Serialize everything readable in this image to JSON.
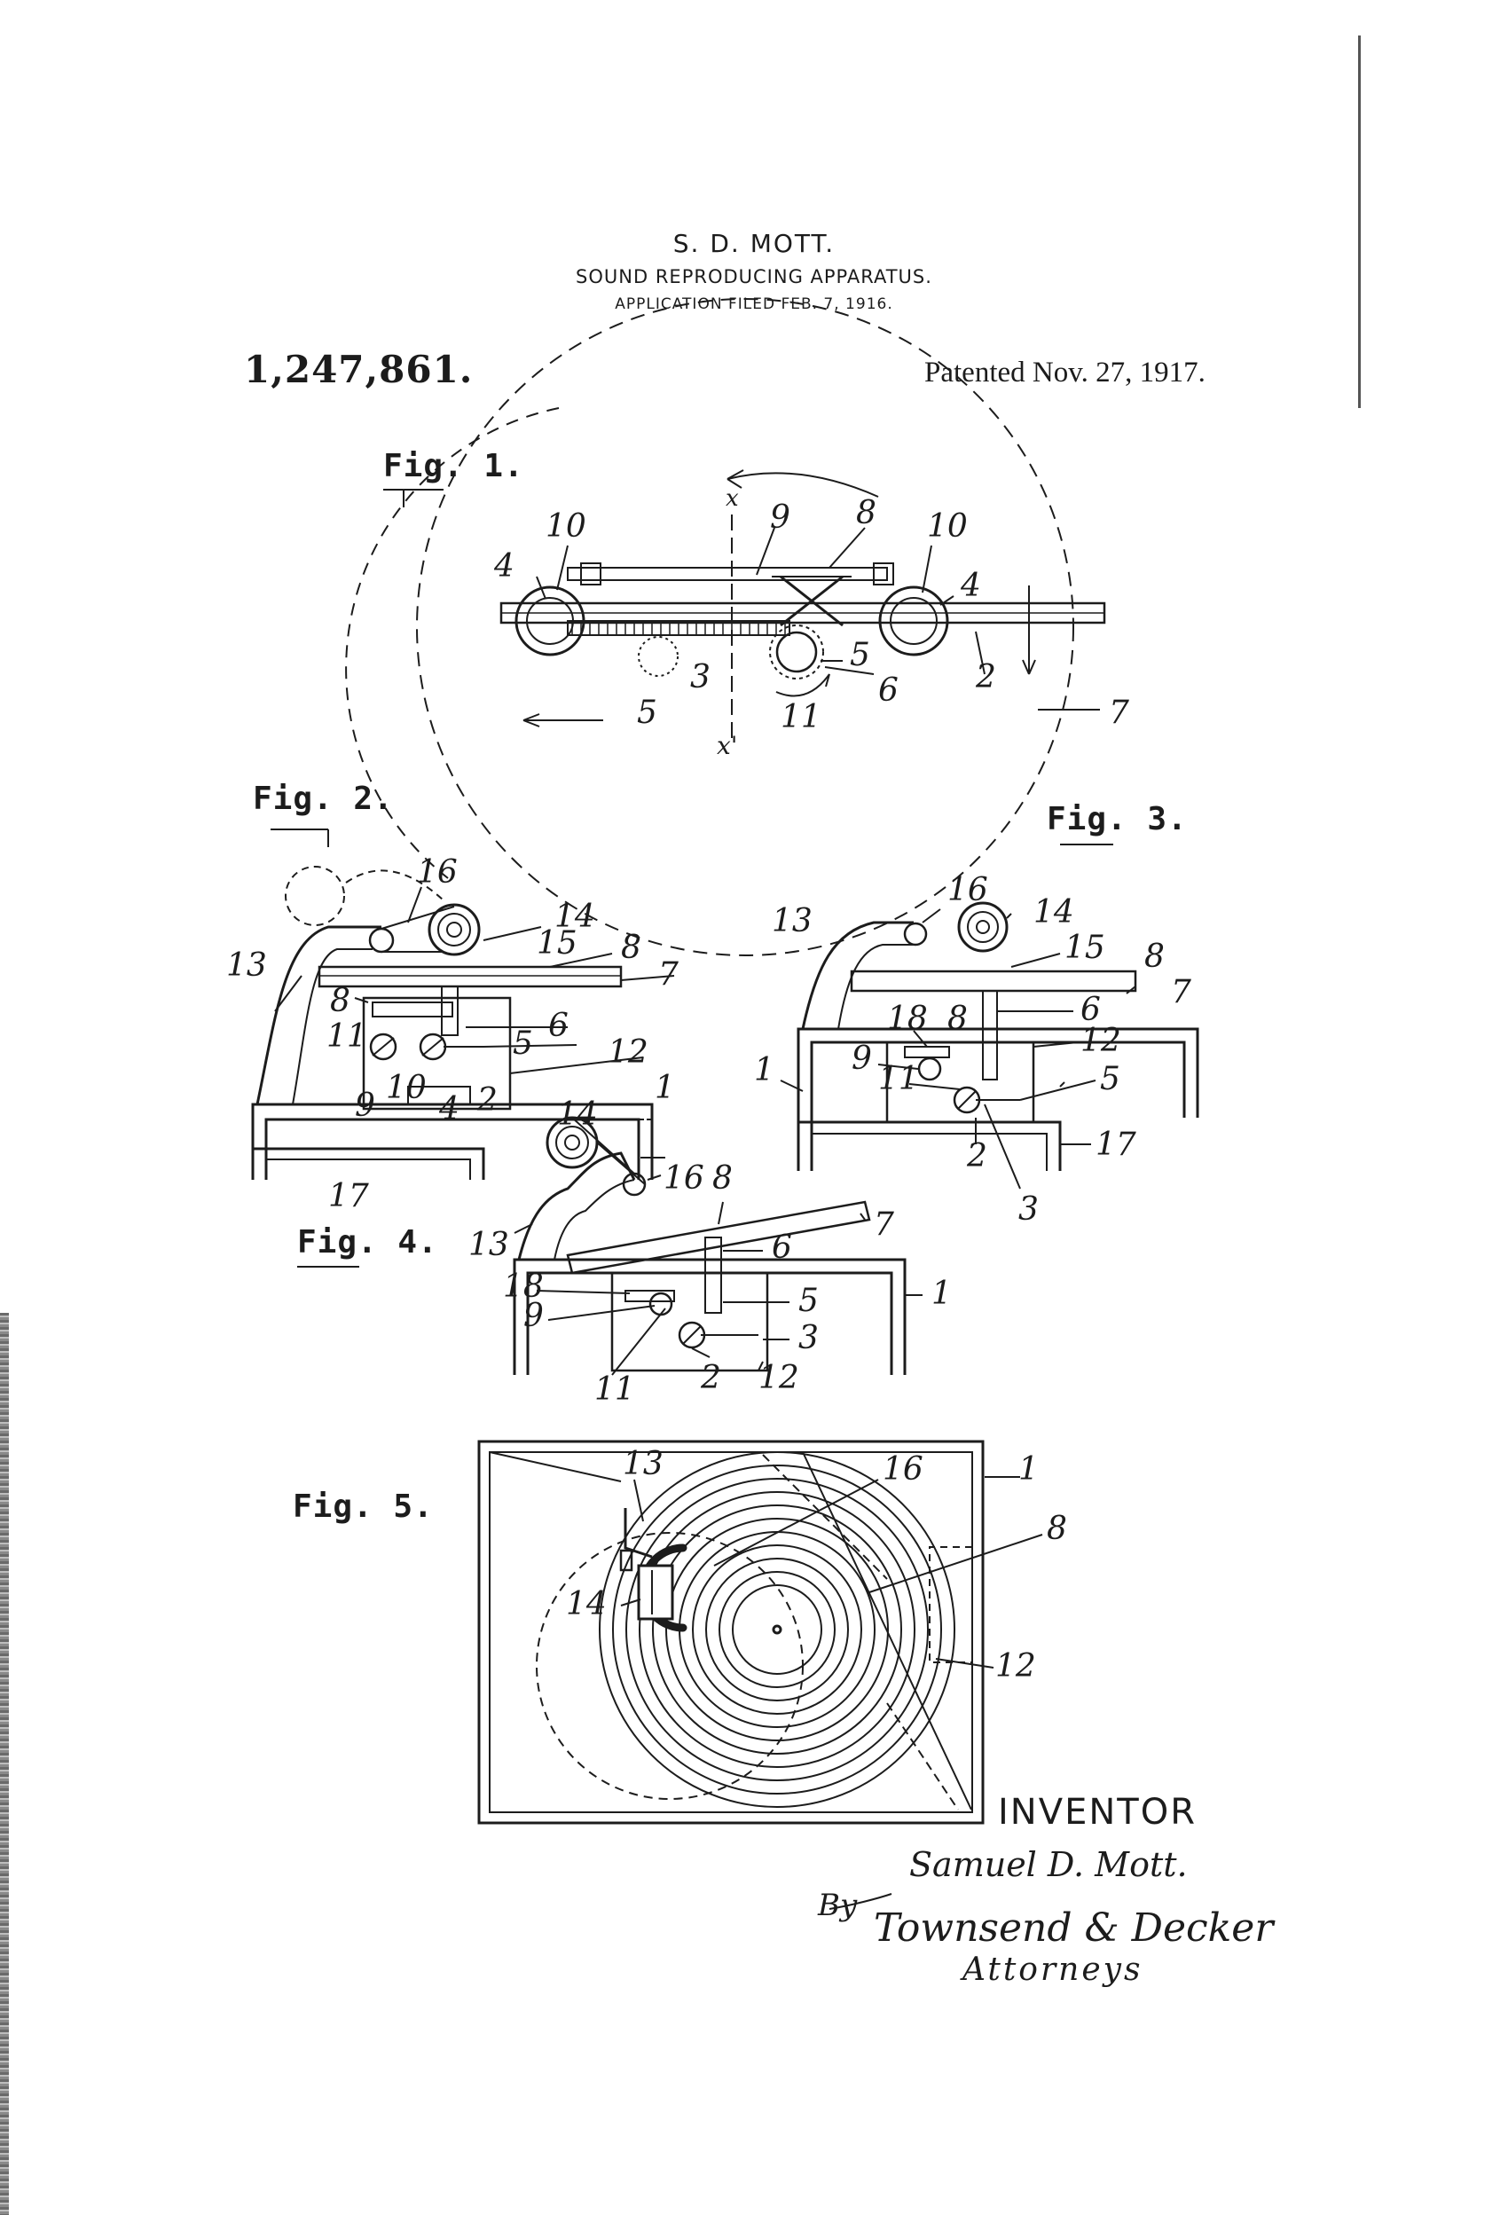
{
  "header": {
    "inventor": "S. D. MOTT.",
    "title": "SOUND REPRODUCING APPARATUS.",
    "application": "APPLICATION FILED FEB. 7, 1916.",
    "patent_number": "1,247,861.",
    "patented": "Patented Nov. 27, 1917."
  },
  "figures": {
    "fig1": "Fig. 1.",
    "fig2": "Fig. 2.",
    "fig3": "Fig. 3.",
    "fig4": "Fig. 4.",
    "fig5": "Fig. 5."
  },
  "fig1_refs": {
    "r2": "2",
    "r3": "3",
    "r4a": "4",
    "r4b": "4",
    "r5a": "5",
    "r5b": "5",
    "r6": "6",
    "r7": "7",
    "r8": "8",
    "r9": "9",
    "r10a": "10",
    "r10b": "10",
    "r11": "11",
    "rx": "x",
    "rx2": "x'"
  },
  "fig2_refs": {
    "r1": "1",
    "r2": "2",
    "r4": "4",
    "r5": "5",
    "r6": "6",
    "r7": "7",
    "r8a": "8",
    "r8b": "8",
    "r9": "9",
    "r10": "10",
    "r11": "11",
    "r12": "12",
    "r13": "13",
    "r14": "14",
    "r15": "15",
    "r16": "16",
    "r17": "17"
  },
  "fig3_refs": {
    "r1": "1",
    "r2": "2",
    "r3": "3",
    "r5": "5",
    "r6": "6",
    "r7": "7",
    "r8a": "8",
    "r8b": "8",
    "r9": "9",
    "r11": "11",
    "r12": "12",
    "r13": "13",
    "r14": "14",
    "r15": "15",
    "r16": "16",
    "r17": "17",
    "r18": "18"
  },
  "fig4_refs": {
    "r1": "1",
    "r2": "2",
    "r3": "3",
    "r5": "5",
    "r6": "6",
    "r7": "7",
    "r8": "8",
    "r9": "9",
    "r11": "11",
    "r12": "12",
    "r13": "13",
    "r14": "14",
    "r16": "16",
    "r18": "18"
  },
  "fig5_refs": {
    "r1": "1",
    "r8": "8",
    "r12": "12",
    "r13": "13",
    "r14": "14",
    "r16": "16"
  },
  "signature": {
    "inventor_label": "INVENTOR",
    "inventor_name": "Samuel D. Mott.",
    "by": "By",
    "attorneys_name": "Townsend & Decker",
    "attorneys_label": "Attorneys"
  }
}
